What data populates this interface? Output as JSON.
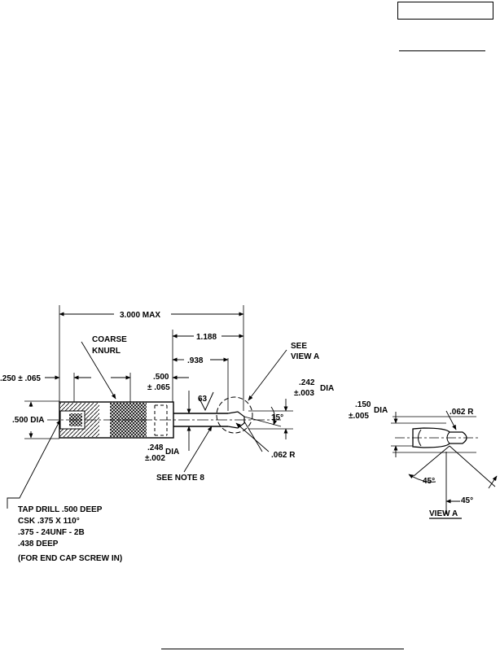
{
  "labels": {
    "overall_length": "3.000 MAX",
    "coarse": "COARSE",
    "knurl": "KNURL",
    "dim_1188": "1.188",
    "see": "SEE",
    "view_a_ref": "VIEW A",
    "dim_938": ".938",
    "dim_242": ".242",
    "dia_242": "DIA",
    "tol_003": "±.003",
    "dim_250": ".250 ± .065",
    "dim_500_top": ".500",
    "tol_065": "± .065",
    "dim_500_dia": ".500 DIA",
    "finish_63": "63",
    "angle_15": "15°",
    "dim_248": ".248",
    "dia_248": "DIA",
    "tol_002": "±.002",
    "see_note": "SEE NOTE 8",
    "radius_062": ".062 R",
    "tap_line1": "TAP DRILL .500 DEEP",
    "tap_line2": "CSK .375 X 110°",
    "tap_line3": ".375 - 24UNF - 2B",
    "tap_line4": ".438 DEEP",
    "tap_line5": "(FOR END CAP SCREW IN)",
    "va_dim_150": ".150",
    "va_dia": "DIA",
    "va_tol_005": "±.005",
    "va_radius": ".062 R",
    "va_angle1": "45°",
    "va_angle2": "45°",
    "va_title": "VIEW A"
  }
}
